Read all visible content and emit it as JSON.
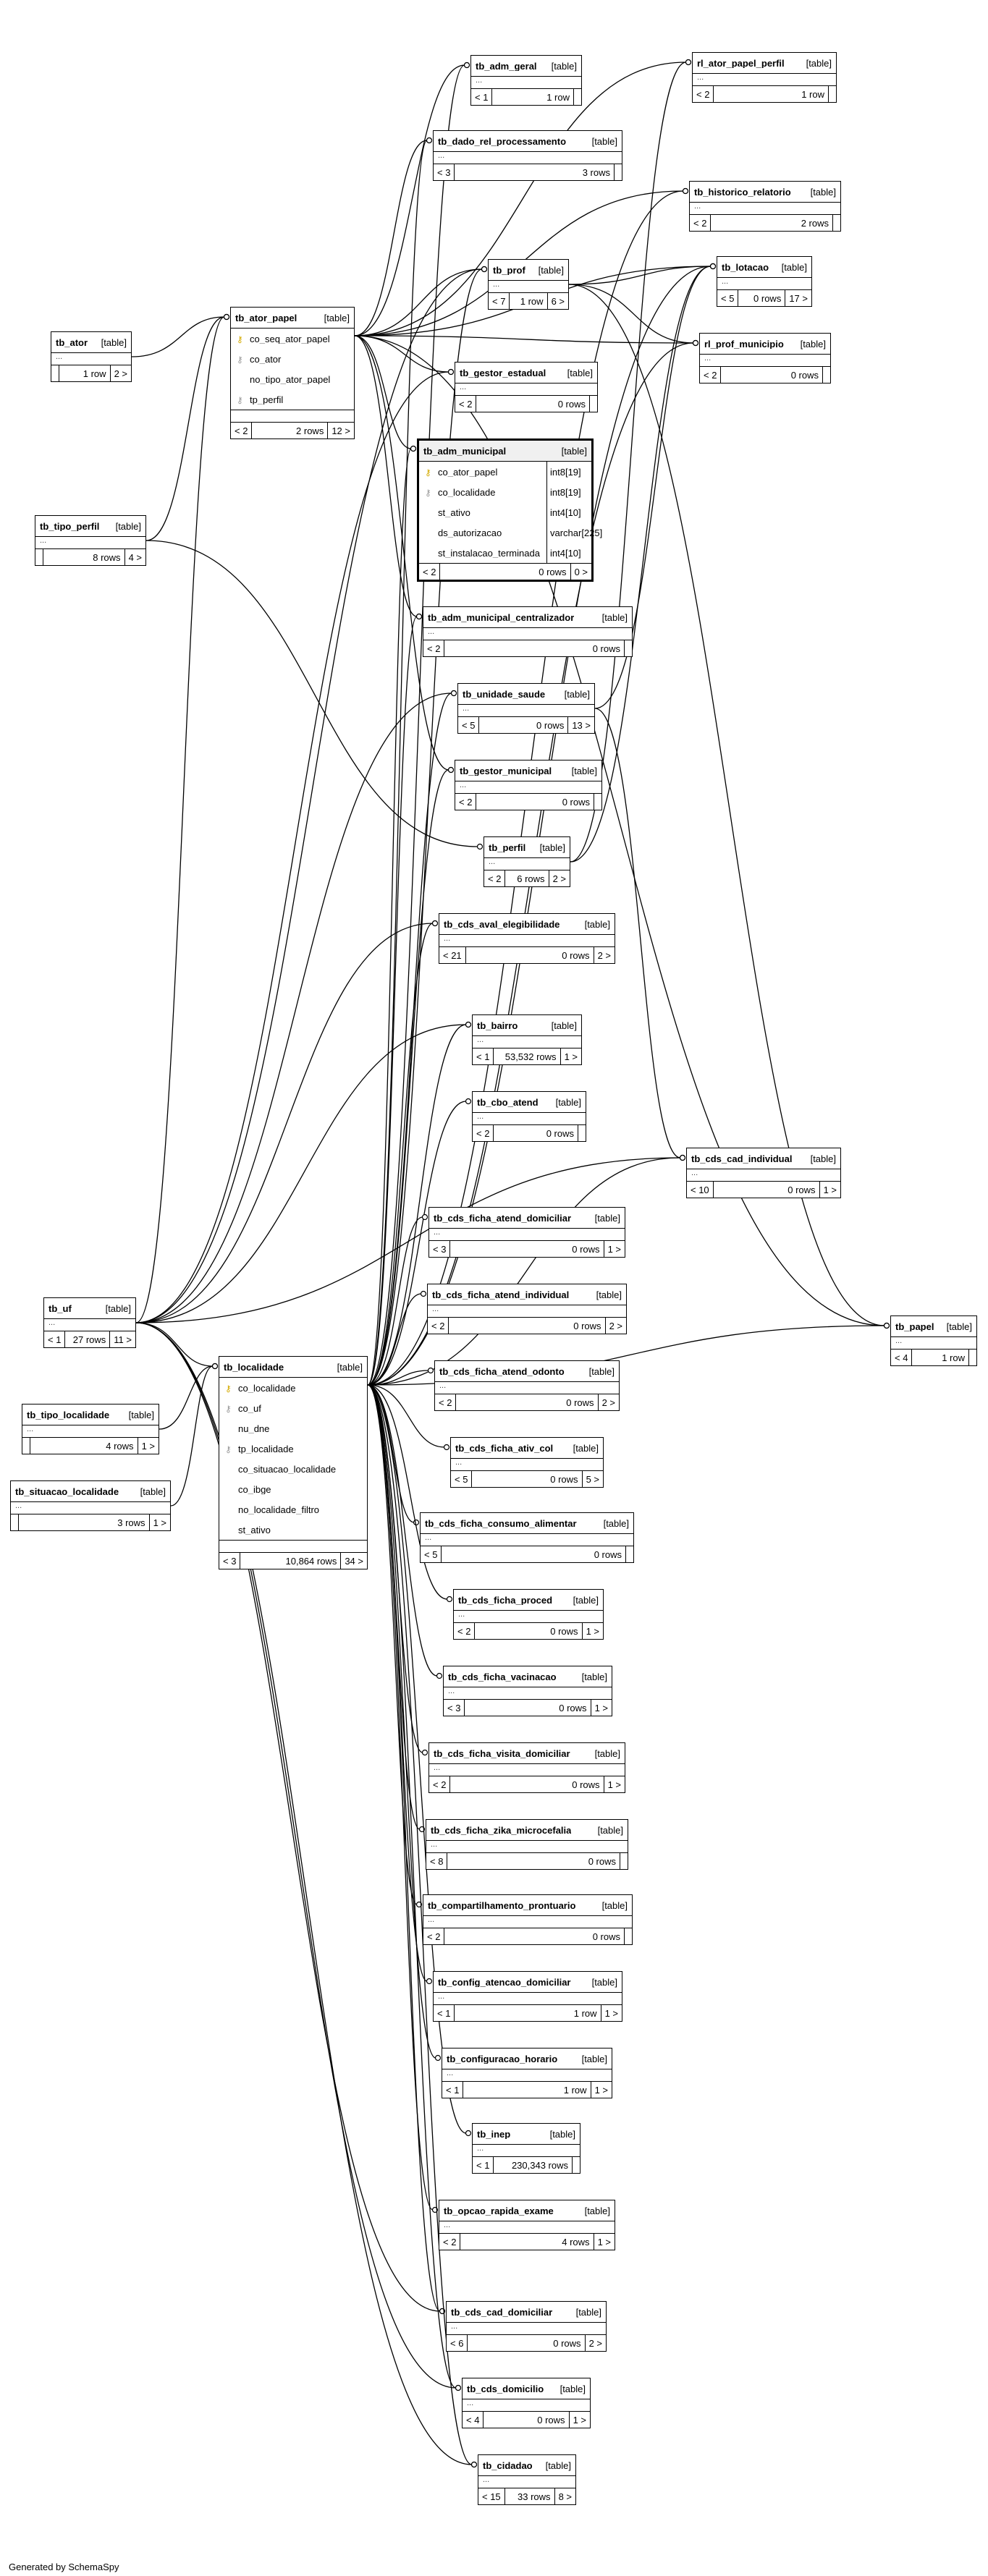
{
  "generated_by": "Generated by SchemaSpy",
  "kind_label": "[table]",
  "tables": {
    "tb_ator": {
      "name": "tb_ator",
      "parents": "",
      "rows": "1 row",
      "children": "2 >"
    },
    "tb_tipo_perfil": {
      "name": "tb_tipo_perfil",
      "parents": "",
      "rows": "8 rows",
      "children": "4 >"
    },
    "tb_uf": {
      "name": "tb_uf",
      "parents": "< 1",
      "rows": "27 rows",
      "children": "11 >"
    },
    "tb_tipo_localidade": {
      "name": "tb_tipo_localidade",
      "parents": "",
      "rows": "4 rows",
      "children": "1 >"
    },
    "tb_situacao_localidade": {
      "name": "tb_situacao_localidade",
      "parents": "",
      "rows": "3 rows",
      "children": "1 >"
    },
    "tb_ator_papel": {
      "name": "tb_ator_papel",
      "parents": "< 2",
      "rows": "2 rows",
      "children": "12 >",
      "columns": [
        {
          "name": "co_seq_ator_papel",
          "key": "pk"
        },
        {
          "name": "co_ator",
          "key": "fk"
        },
        {
          "name": "no_tipo_ator_papel",
          "key": ""
        },
        {
          "name": "tp_perfil",
          "key": "fk"
        }
      ]
    },
    "tb_localidade": {
      "name": "tb_localidade",
      "parents": "< 3",
      "rows": "10,864 rows",
      "children": "34 >",
      "columns": [
        {
          "name": "co_localidade",
          "key": "pk"
        },
        {
          "name": "co_uf",
          "key": "fk"
        },
        {
          "name": "nu_dne",
          "key": ""
        },
        {
          "name": "tp_localidade",
          "key": "fk"
        },
        {
          "name": "co_situacao_localidade",
          "key": "fk"
        },
        {
          "name": "co_ibge",
          "key": ""
        },
        {
          "name": "no_localidade_filtro",
          "key": ""
        },
        {
          "name": "st_ativo",
          "key": ""
        }
      ]
    },
    "tb_adm_municipal": {
      "name": "tb_adm_municipal",
      "parents": "< 2",
      "rows": "0 rows",
      "children": "0 >",
      "columns": [
        {
          "name": "co_ator_papel",
          "key": "pk",
          "type": "int8[19]"
        },
        {
          "name": "co_localidade",
          "key": "fk",
          "type": "int8[19]"
        },
        {
          "name": "st_ativo",
          "key": "",
          "type": "int4[10]"
        },
        {
          "name": "ds_autorizacao",
          "key": "",
          "type": "varchar[225]"
        },
        {
          "name": "st_instalacao_terminada",
          "key": "",
          "type": "int4[10]"
        }
      ]
    },
    "tb_adm_geral": {
      "name": "tb_adm_geral",
      "parents": "< 1",
      "rows": "1 row",
      "children": ""
    },
    "tb_dado_rel_processamento": {
      "name": "tb_dado_rel_processamento",
      "parents": "< 3",
      "rows": "3 rows",
      "children": ""
    },
    "tb_prof": {
      "name": "tb_prof",
      "parents": "< 7",
      "rows": "1 row",
      "children": "6 >"
    },
    "tb_gestor_estadual": {
      "name": "tb_gestor_estadual",
      "parents": "< 2",
      "rows": "0 rows",
      "children": ""
    },
    "tb_adm_municipal_centralizador": {
      "name": "tb_adm_municipal_centralizador",
      "parents": "< 2",
      "rows": "0 rows",
      "children": ""
    },
    "tb_unidade_saude": {
      "name": "tb_unidade_saude",
      "parents": "< 5",
      "rows": "0 rows",
      "children": "13 >"
    },
    "tb_gestor_municipal": {
      "name": "tb_gestor_municipal",
      "parents": "< 2",
      "rows": "0 rows",
      "children": ""
    },
    "tb_perfil": {
      "name": "tb_perfil",
      "parents": "< 2",
      "rows": "6 rows",
      "children": "2 >"
    },
    "tb_cds_aval_elegibilidade": {
      "name": "tb_cds_aval_elegibilidade",
      "parents": "< 21",
      "rows": "0 rows",
      "children": "2 >"
    },
    "tb_bairro": {
      "name": "tb_bairro",
      "parents": "< 1",
      "rows": "53,532 rows",
      "children": "1 >"
    },
    "tb_cbo_atend": {
      "name": "tb_cbo_atend",
      "parents": "< 2",
      "rows": "0 rows",
      "children": ""
    },
    "tb_cds_ficha_atend_domiciliar": {
      "name": "tb_cds_ficha_atend_domiciliar",
      "parents": "< 3",
      "rows": "0 rows",
      "children": "1 >"
    },
    "tb_cds_ficha_atend_individual": {
      "name": "tb_cds_ficha_atend_individual",
      "parents": "< 2",
      "rows": "0 rows",
      "children": "2 >"
    },
    "tb_cds_ficha_atend_odonto": {
      "name": "tb_cds_ficha_atend_odonto",
      "parents": "< 2",
      "rows": "0 rows",
      "children": "2 >"
    },
    "tb_cds_ficha_ativ_col": {
      "name": "tb_cds_ficha_ativ_col",
      "parents": "< 5",
      "rows": "0 rows",
      "children": "5 >"
    },
    "tb_cds_ficha_consumo_alimentar": {
      "name": "tb_cds_ficha_consumo_alimentar",
      "parents": "< 5",
      "rows": "0 rows",
      "children": ""
    },
    "tb_cds_ficha_proced": {
      "name": "tb_cds_ficha_proced",
      "parents": "< 2",
      "rows": "0 rows",
      "children": "1 >"
    },
    "tb_cds_ficha_vacinacao": {
      "name": "tb_cds_ficha_vacinacao",
      "parents": "< 3",
      "rows": "0 rows",
      "children": "1 >"
    },
    "tb_cds_ficha_visita_domiciliar": {
      "name": "tb_cds_ficha_visita_domiciliar",
      "parents": "< 2",
      "rows": "0 rows",
      "children": "1 >"
    },
    "tb_cds_ficha_zika_microcefalia": {
      "name": "tb_cds_ficha_zika_microcefalia",
      "parents": "< 8",
      "rows": "0 rows",
      "children": ""
    },
    "tb_compartilhamento_prontuario": {
      "name": "tb_compartilhamento_prontuario",
      "parents": "< 2",
      "rows": "0 rows",
      "children": ""
    },
    "tb_config_atencao_domiciliar": {
      "name": "tb_config_atencao_domiciliar",
      "parents": "< 1",
      "rows": "1 row",
      "children": "1 >"
    },
    "tb_configuracao_horario": {
      "name": "tb_configuracao_horario",
      "parents": "< 1",
      "rows": "1 row",
      "children": "1 >"
    },
    "tb_inep": {
      "name": "tb_inep",
      "parents": "< 1",
      "rows": "230,343 rows",
      "children": ""
    },
    "tb_opcao_rapida_exame": {
      "name": "tb_opcao_rapida_exame",
      "parents": "< 2",
      "rows": "4 rows",
      "children": "1 >"
    },
    "tb_cds_cad_domiciliar": {
      "name": "tb_cds_cad_domiciliar",
      "parents": "< 6",
      "rows": "0 rows",
      "children": "2 >"
    },
    "tb_cds_domicilio": {
      "name": "tb_cds_domicilio",
      "parents": "< 4",
      "rows": "0 rows",
      "children": "1 >"
    },
    "tb_cidadao": {
      "name": "tb_cidadao",
      "parents": "< 15",
      "rows": "33 rows",
      "children": "8 >"
    },
    "rl_ator_papel_perfil": {
      "name": "rl_ator_papel_perfil",
      "parents": "< 2",
      "rows": "1 row",
      "children": ""
    },
    "tb_historico_relatorio": {
      "name": "tb_historico_relatorio",
      "parents": "< 2",
      "rows": "2 rows",
      "children": ""
    },
    "tb_lotacao": {
      "name": "tb_lotacao",
      "parents": "< 5",
      "rows": "0 rows",
      "children": "17 >"
    },
    "rl_prof_municipio": {
      "name": "rl_prof_municipio",
      "parents": "< 2",
      "rows": "0 rows",
      "children": ""
    },
    "tb_cds_cad_individual": {
      "name": "tb_cds_cad_individual",
      "parents": "< 10",
      "rows": "0 rows",
      "children": "1 >"
    },
    "tb_papel": {
      "name": "tb_papel",
      "parents": "< 4",
      "rows": "1 row",
      "children": ""
    }
  },
  "relationships": [
    [
      "tb_ator",
      "tb_ator_papel"
    ],
    [
      "tb_tipo_perfil",
      "tb_ator_papel"
    ],
    [
      "tb_tipo_perfil",
      "tb_perfil"
    ],
    [
      "tb_uf",
      "tb_localidade"
    ],
    [
      "tb_uf",
      "tb_ator_papel"
    ],
    [
      "tb_uf",
      "tb_unidade_saude"
    ],
    [
      "tb_uf",
      "tb_gestor_estadual"
    ],
    [
      "tb_uf",
      "tb_cds_aval_elegibilidade"
    ],
    [
      "tb_uf",
      "tb_cds_cad_individual"
    ],
    [
      "tb_uf",
      "tb_cds_cad_domiciliar"
    ],
    [
      "tb_uf",
      "tb_cds_domicilio"
    ],
    [
      "tb_uf",
      "tb_cidadao"
    ],
    [
      "tb_uf",
      "tb_prof"
    ],
    [
      "tb_uf",
      "tb_bairro"
    ],
    [
      "tb_tipo_localidade",
      "tb_localidade"
    ],
    [
      "tb_situacao_localidade",
      "tb_localidade"
    ],
    [
      "tb_ator_papel",
      "tb_adm_geral"
    ],
    [
      "tb_ator_papel",
      "tb_dado_rel_processamento"
    ],
    [
      "tb_ator_papel",
      "tb_prof"
    ],
    [
      "tb_ator_papel",
      "tb_gestor_estadual"
    ],
    [
      "tb_ator_papel",
      "tb_adm_municipal"
    ],
    [
      "tb_ator_papel",
      "tb_adm_municipal_centralizador"
    ],
    [
      "tb_ator_papel",
      "tb_gestor_municipal"
    ],
    [
      "tb_ator_papel",
      "rl_ator_papel_perfil"
    ],
    [
      "tb_ator_papel",
      "tb_historico_relatorio"
    ],
    [
      "tb_ator_papel",
      "tb_lotacao"
    ],
    [
      "tb_ator_papel",
      "rl_prof_municipio"
    ],
    [
      "tb_ator_papel",
      "tb_papel"
    ],
    [
      "tb_prof",
      "tb_lotacao"
    ],
    [
      "tb_prof",
      "rl_prof_municipio"
    ],
    [
      "tb_prof",
      "tb_papel"
    ],
    [
      "tb_perfil",
      "rl_ator_papel_perfil"
    ],
    [
      "tb_perfil",
      "tb_lotacao"
    ],
    [
      "tb_unidade_saude",
      "tb_lotacao"
    ],
    [
      "tb_unidade_saude",
      "tb_cds_cad_individual"
    ],
    [
      "tb_localidade",
      "tb_adm_municipal"
    ],
    [
      "tb_localidade",
      "tb_adm_municipal_centralizador"
    ],
    [
      "tb_localidade",
      "tb_gestor_municipal"
    ],
    [
      "tb_localidade",
      "tb_unidade_saude"
    ],
    [
      "tb_localidade",
      "tb_cds_aval_elegibilidade"
    ],
    [
      "tb_localidade",
      "tb_bairro"
    ],
    [
      "tb_localidade",
      "tb_cbo_atend"
    ],
    [
      "tb_localidade",
      "tb_cds_cad_individual"
    ],
    [
      "tb_localidade",
      "tb_cds_ficha_atend_domiciliar"
    ],
    [
      "tb_localidade",
      "tb_cds_ficha_atend_individual"
    ],
    [
      "tb_localidade",
      "tb_cds_ficha_atend_odonto"
    ],
    [
      "tb_localidade",
      "tb_cds_ficha_ativ_col"
    ],
    [
      "tb_localidade",
      "tb_cds_ficha_consumo_alimentar"
    ],
    [
      "tb_localidade",
      "tb_cds_ficha_proced"
    ],
    [
      "tb_localidade",
      "tb_cds_ficha_vacinacao"
    ],
    [
      "tb_localidade",
      "tb_cds_ficha_visita_domiciliar"
    ],
    [
      "tb_localidade",
      "tb_cds_ficha_zika_microcefalia"
    ],
    [
      "tb_localidade",
      "tb_compartilhamento_prontuario"
    ],
    [
      "tb_localidade",
      "tb_config_atencao_domiciliar"
    ],
    [
      "tb_localidade",
      "tb_configuracao_horario"
    ],
    [
      "tb_localidade",
      "tb_inep"
    ],
    [
      "tb_localidade",
      "tb_opcao_rapida_exame"
    ],
    [
      "tb_localidade",
      "tb_cds_cad_domiciliar"
    ],
    [
      "tb_localidade",
      "tb_cds_domicilio"
    ],
    [
      "tb_localidade",
      "tb_cidadao"
    ],
    [
      "tb_localidade",
      "tb_prof"
    ],
    [
      "tb_localidade",
      "tb_papel"
    ],
    [
      "tb_localidade",
      "rl_prof_municipio"
    ],
    [
      "tb_localidade",
      "tb_lotacao"
    ],
    [
      "tb_localidade",
      "tb_historico_relatorio"
    ],
    [
      "tb_localidade",
      "tb_dado_rel_processamento"
    ],
    [
      "tb_localidade",
      "tb_adm_geral"
    ]
  ]
}
